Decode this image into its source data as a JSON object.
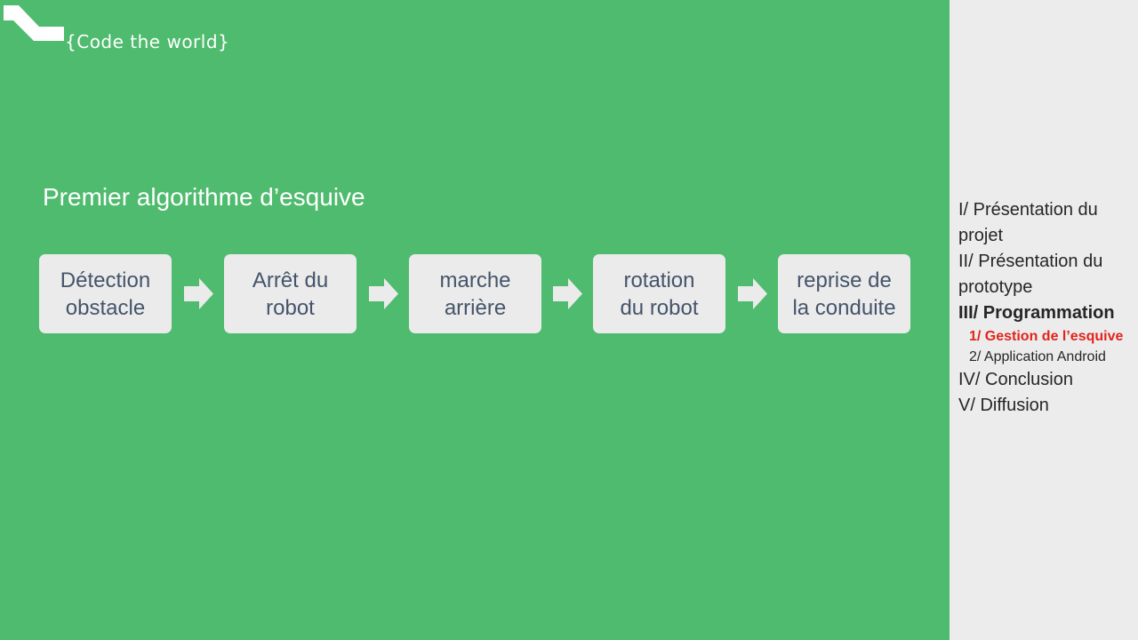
{
  "logo": {
    "text": "{Code the world}"
  },
  "slide": {
    "title": "Premier algorithme d’esquive",
    "steps": [
      {
        "label": "Détection\nobstacle"
      },
      {
        "label": "Arrêt du\nrobot"
      },
      {
        "label": "marche\narrière"
      },
      {
        "label": "rotation\ndu robot"
      },
      {
        "label": "reprise de\nla conduite"
      }
    ]
  },
  "toc": {
    "item1": "I/ Présentation du projet",
    "item2": "II/ Présentation du prototype",
    "item3": "III/ Programmation",
    "sub1": "1/ Gestion de l’esquive",
    "sub2": "2/ Application Android",
    "item4": "IV/ Conclusion",
    "item5": "V/ Diffusion"
  },
  "colors": {
    "background": "#4fbb6e",
    "sidebar": "#ececec",
    "step_box": "#ebebeb",
    "step_text": "#44546a",
    "current_section": "#e3241b"
  },
  "icons": [
    "logo-mark-icon",
    "right-arrow-icon"
  ]
}
